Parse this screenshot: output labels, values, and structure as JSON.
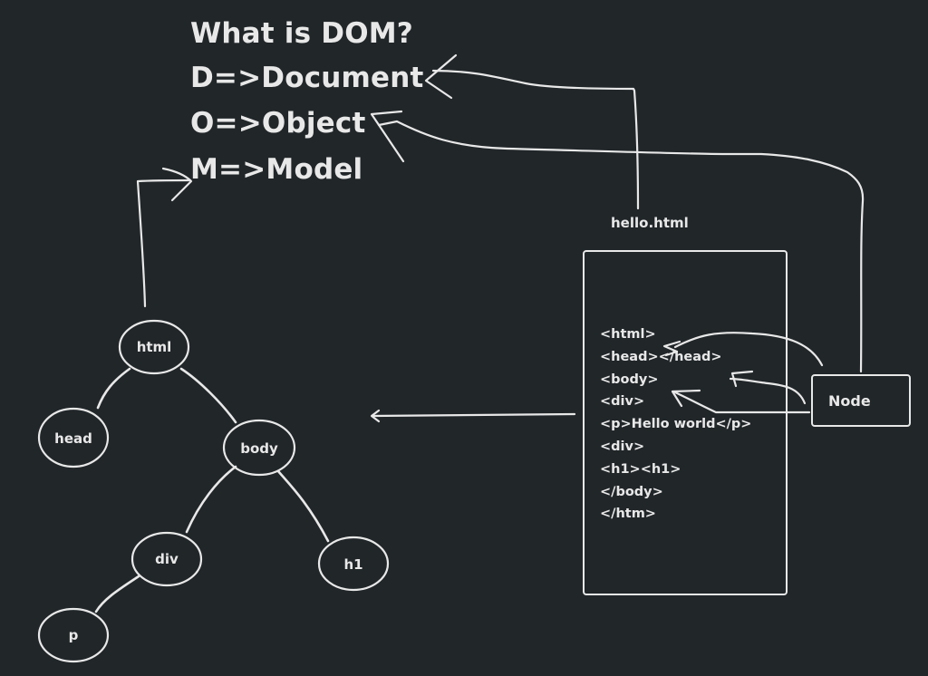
{
  "title": {
    "question": "What is DOM?",
    "lines": [
      "D=>Document",
      "O=>Object",
      "M=>Model"
    ]
  },
  "file": {
    "name": "hello.html",
    "code_lines": [
      "<html>",
      "<head></head>",
      "<body>",
      "<div>",
      "<p>Hello world</p>",
      "<div>",
      "<h1><h1>",
      "</body>",
      "</htm>"
    ]
  },
  "node_box": {
    "label": "Node"
  },
  "tree": {
    "nodes": [
      {
        "id": "html",
        "label": "html"
      },
      {
        "id": "head",
        "label": "head",
        "parent": "html"
      },
      {
        "id": "body",
        "label": "body",
        "parent": "html"
      },
      {
        "id": "div",
        "label": "div",
        "parent": "body"
      },
      {
        "id": "h1",
        "label": "h1",
        "parent": "body"
      },
      {
        "id": "p",
        "label": "p",
        "parent": "div"
      }
    ]
  },
  "colors": {
    "background": "#212629",
    "ink": "#e8e8e8"
  }
}
